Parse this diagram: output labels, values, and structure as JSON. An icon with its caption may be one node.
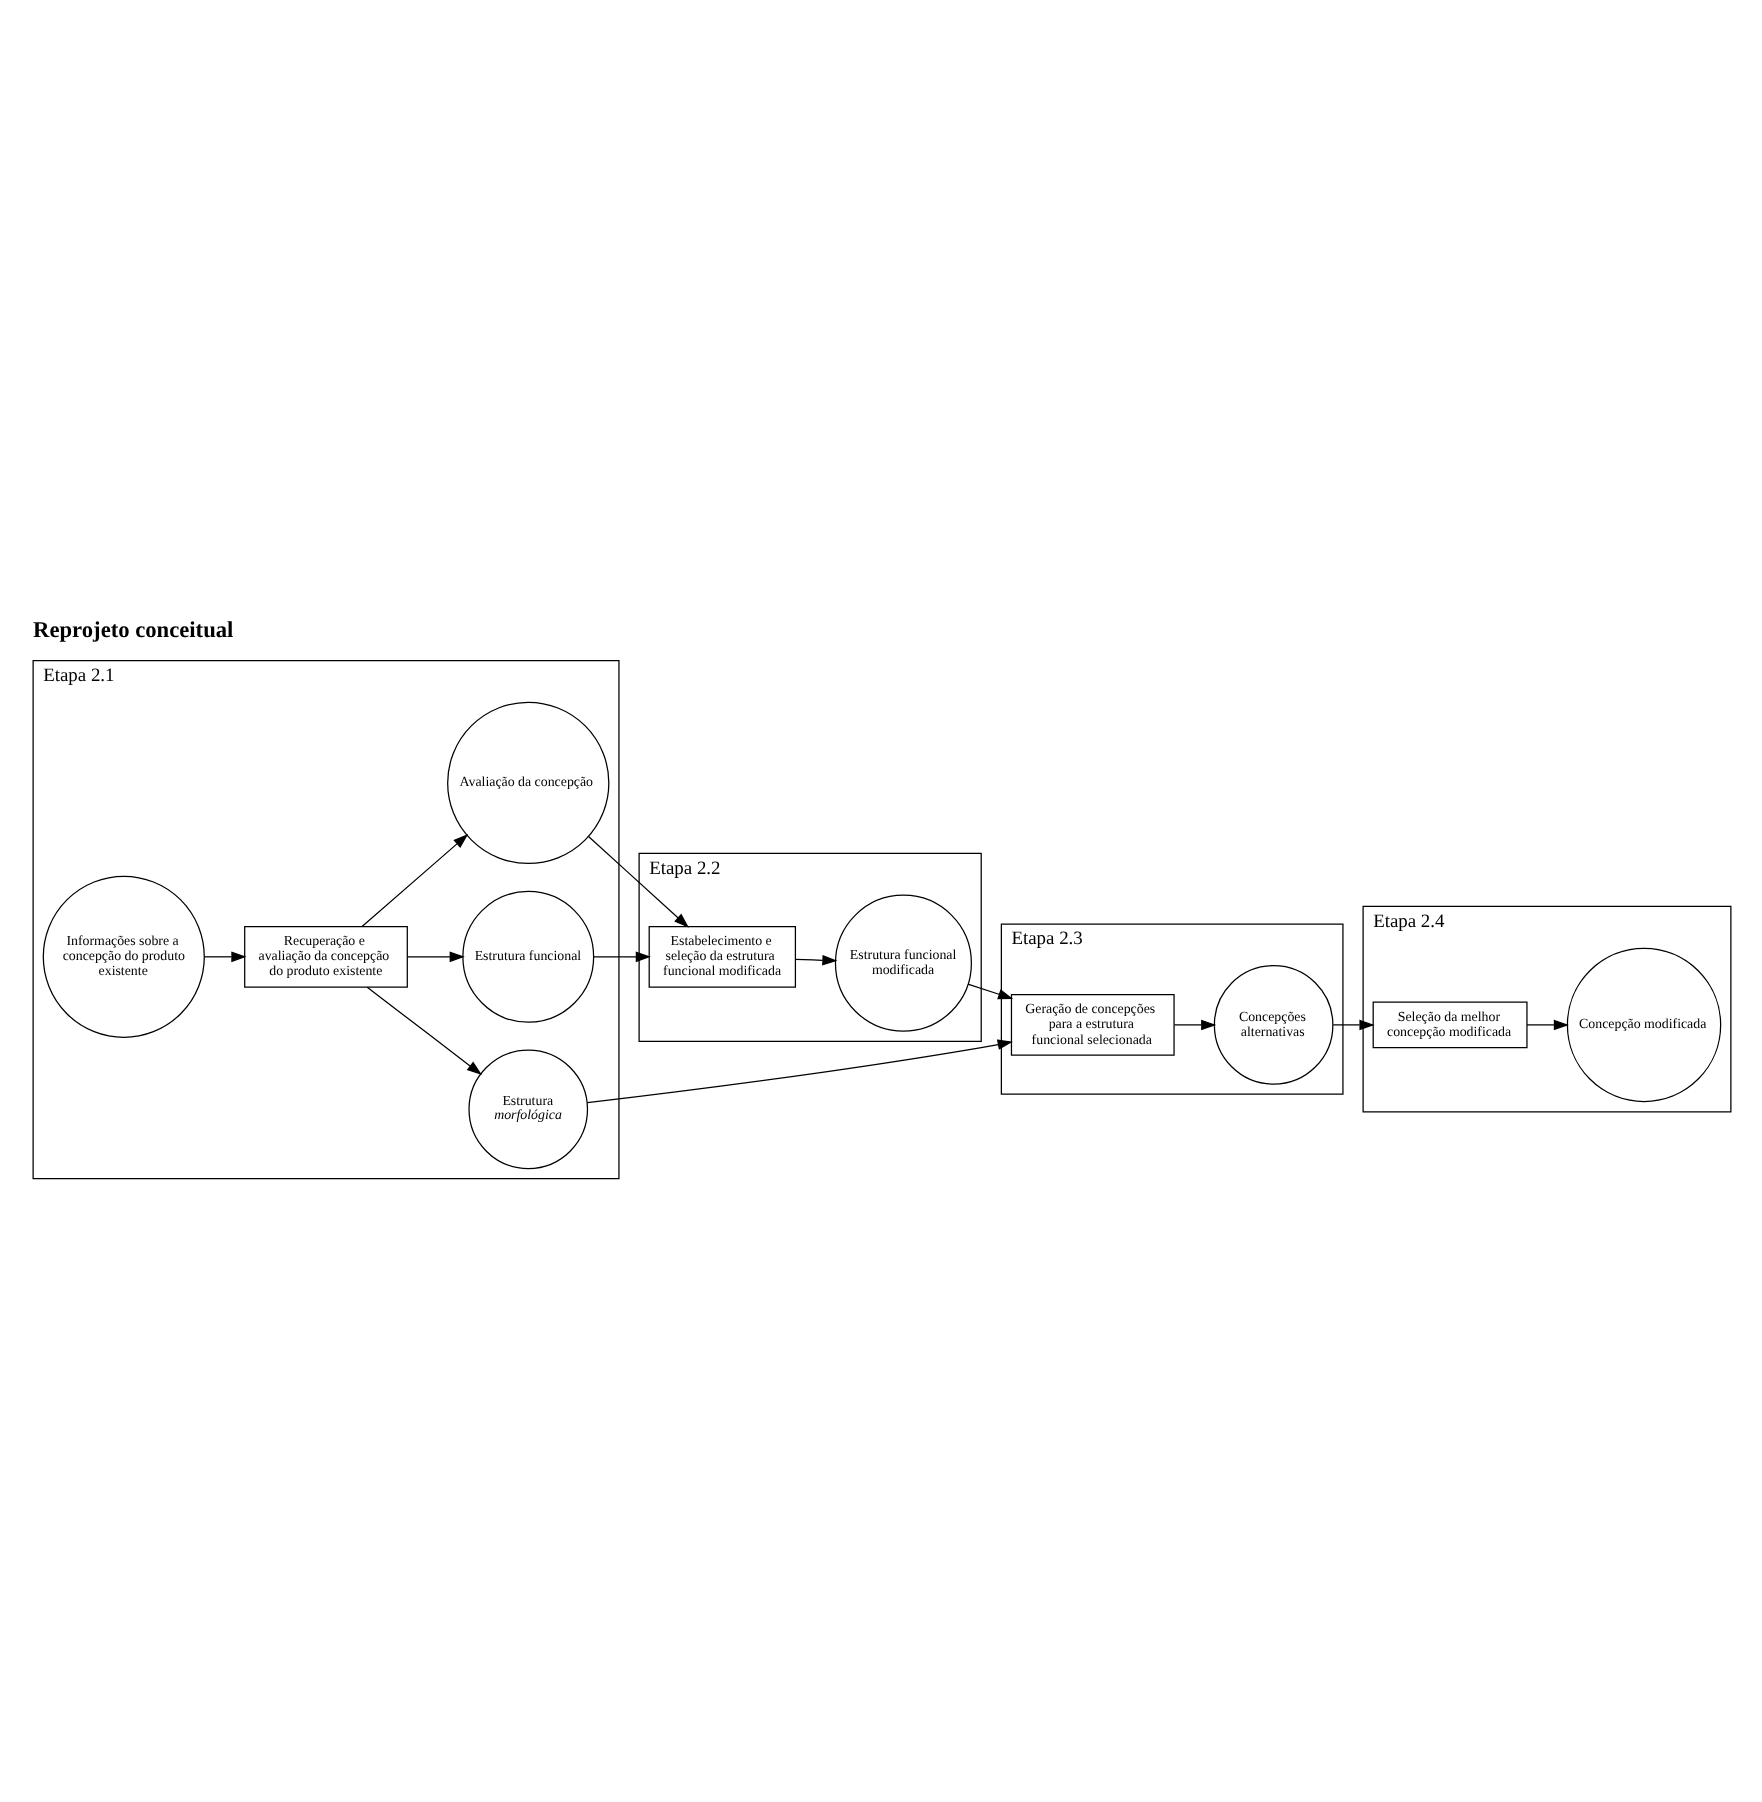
{
  "diagram": {
    "title": "Reprojeto conceitual",
    "nodes": [
      {
        "text": [
          "Etapa 2.1"
        ]
      },
      {
        "text": [
          "Informações sobre a concepção do produto existente"
        ],
        "in": 0
      },
      {
        "text": [
          "Recuperação e avaliação da concepção do produto existente"
        ],
        "in": 0
      },
      {
        "text": [
          "Avaliação da concepção"
        ],
        "in": 0
      },
      {
        "text": [
          "Estrutura *morfológica*"
        ],
        "in": 0
      },
      {
        "text": [
          "Estrutura funcional"
        ],
        "in": 0
      },
      {
        "text": [
          "Etapa 2.2"
        ]
      },
      {
        "text": [
          "Estabelecimento e seleção da estrutura funcional modificada"
        ],
        "in": 6
      },
      {
        "text": [
          "Estrutura funcional modificada"
        ],
        "in": 6
      },
      {
        "text": [
          "Etapa 2.3"
        ]
      },
      {
        "text": [
          "Geração de concepções para a estrutura funcional selecionada"
        ],
        "in": 9
      },
      {
        "text": [
          "Concepções alternativas"
        ],
        "in": 9
      },
      {
        "text": [
          "Etapa 2.4"
        ]
      },
      {
        "text": [
          "Seleção da melhor concepção modificada"
        ],
        "in": 12
      },
      {
        "text": [
          "Concepção modificada"
        ],
        "in": 12
      }
    ],
    "edges": [
      {
        "from": 1,
        "to": 2,
        "arrow": "to"
      },
      {
        "from": 2,
        "to": 3,
        "arrow": "to"
      },
      {
        "from": 2,
        "to": 4,
        "arrow": "to"
      },
      {
        "from": 2,
        "to": 5,
        "arrow": "to"
      },
      {
        "from": 5,
        "to": 7,
        "arrow": "to"
      },
      {
        "from": 3,
        "to": 7,
        "arrow": "to"
      },
      {
        "from": 7,
        "to": 8,
        "arrow": "to"
      },
      {
        "from": 8,
        "to": 10,
        "arrow": "to"
      },
      {
        "from": 4,
        "to": 10,
        "arrow": "to"
      },
      {
        "from": 10,
        "to": 11,
        "arrow": "to"
      },
      {
        "from": 11,
        "to": 13,
        "arrow": "to"
      },
      {
        "from": 13,
        "to": 14,
        "arrow": "to"
      }
    ]
  }
}
